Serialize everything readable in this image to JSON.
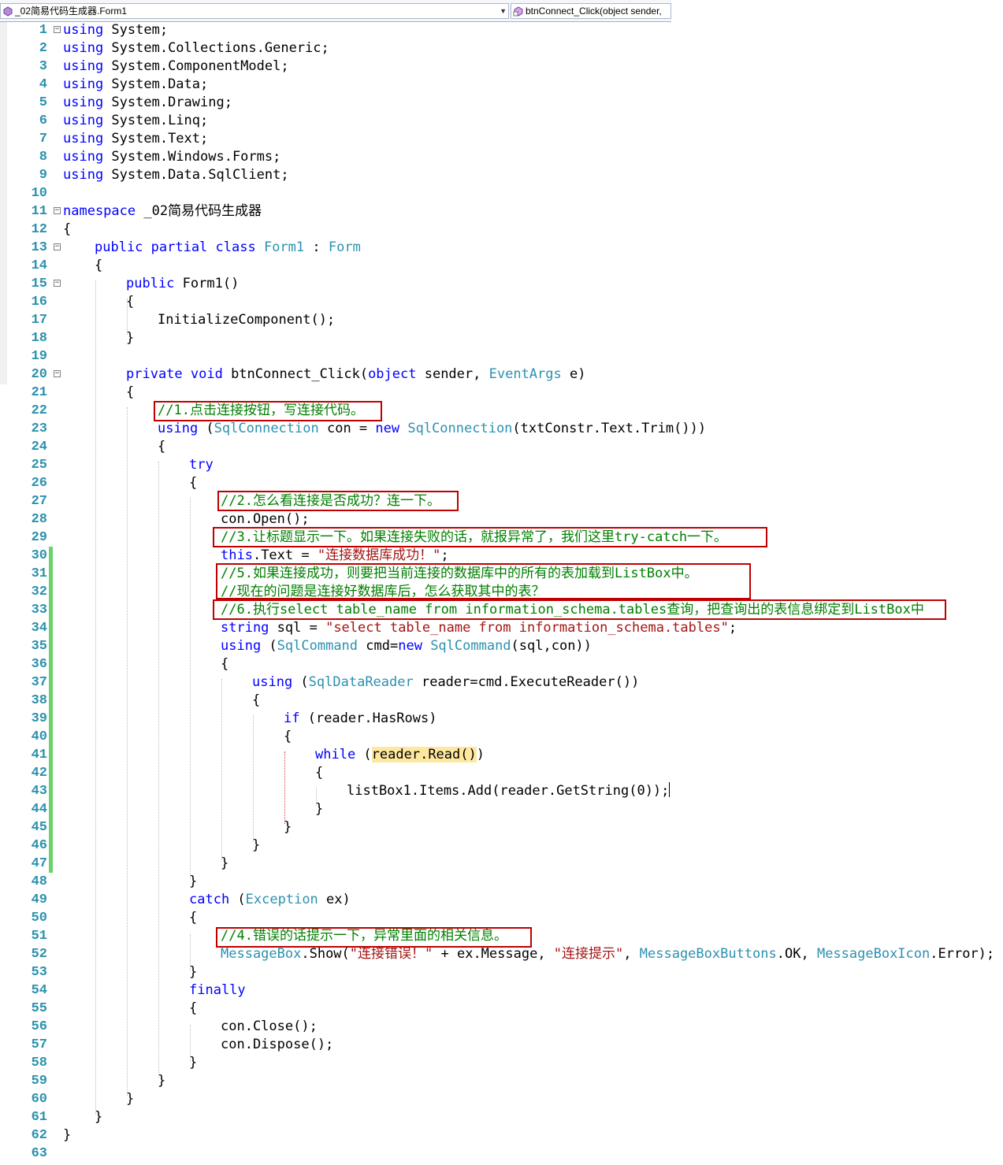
{
  "header": {
    "class_dropdown": "_02简易代码生成器.Form1",
    "member_dropdown": "btnConnect_Click(object sender,"
  },
  "colors": {
    "keyword": "#0000ff",
    "type": "#2b91af",
    "comment": "#008000",
    "string": "#a31515",
    "line_number": "#2b91af",
    "annotation_box": "#c00000",
    "change_marker": "#6ad26a"
  },
  "lines": [
    {
      "n": "1",
      "fold": "minus",
      "seg": [
        [
          "kw",
          "using"
        ],
        [
          "p",
          " System;"
        ]
      ]
    },
    {
      "n": "2",
      "seg": [
        [
          "kw",
          "using"
        ],
        [
          "p",
          " System.Collections.Generic;"
        ]
      ]
    },
    {
      "n": "3",
      "seg": [
        [
          "kw",
          "using"
        ],
        [
          "p",
          " System.ComponentModel;"
        ]
      ]
    },
    {
      "n": "4",
      "seg": [
        [
          "kw",
          "using"
        ],
        [
          "p",
          " System.Data;"
        ]
      ]
    },
    {
      "n": "5",
      "seg": [
        [
          "kw",
          "using"
        ],
        [
          "p",
          " System.Drawing;"
        ]
      ]
    },
    {
      "n": "6",
      "seg": [
        [
          "kw",
          "using"
        ],
        [
          "p",
          " System.Linq;"
        ]
      ]
    },
    {
      "n": "7",
      "seg": [
        [
          "kw",
          "using"
        ],
        [
          "p",
          " System.Text;"
        ]
      ]
    },
    {
      "n": "8",
      "seg": [
        [
          "kw",
          "using"
        ],
        [
          "p",
          " System.Windows.Forms;"
        ]
      ]
    },
    {
      "n": "9",
      "seg": [
        [
          "kw",
          "using"
        ],
        [
          "p",
          " System.Data.SqlClient;"
        ]
      ]
    },
    {
      "n": "10",
      "seg": []
    },
    {
      "n": "11",
      "fold": "minus",
      "seg": [
        [
          "kw",
          "namespace"
        ],
        [
          "p",
          " _02简易代码生成器"
        ]
      ]
    },
    {
      "n": "12",
      "seg": [
        [
          "p",
          "{"
        ]
      ]
    },
    {
      "n": "13",
      "fold": "minus",
      "ind": 1,
      "seg": [
        [
          "kw",
          "public partial class"
        ],
        [
          "p",
          " "
        ],
        [
          "ty",
          "Form1"
        ],
        [
          "p",
          " : "
        ],
        [
          "ty",
          "Form"
        ]
      ]
    },
    {
      "n": "14",
      "ind": 1,
      "seg": [
        [
          "p",
          "{"
        ]
      ]
    },
    {
      "n": "15",
      "fold": "minus",
      "ind": 2,
      "seg": [
        [
          "kw",
          "public"
        ],
        [
          "p",
          " Form1()"
        ]
      ]
    },
    {
      "n": "16",
      "ind": 2,
      "seg": [
        [
          "p",
          "{"
        ]
      ]
    },
    {
      "n": "17",
      "ind": 3,
      "seg": [
        [
          "p",
          "InitializeComponent();"
        ]
      ]
    },
    {
      "n": "18",
      "ind": 2,
      "seg": [
        [
          "p",
          "}"
        ]
      ]
    },
    {
      "n": "19",
      "seg": []
    },
    {
      "n": "20",
      "fold": "minus",
      "ind": 2,
      "seg": [
        [
          "kw",
          "private void"
        ],
        [
          "p",
          " btnConnect_Click("
        ],
        [
          "kw",
          "object"
        ],
        [
          "p",
          " sender, "
        ],
        [
          "ty",
          "EventArgs"
        ],
        [
          "p",
          " e)"
        ]
      ]
    },
    {
      "n": "21",
      "ind": 2,
      "seg": [
        [
          "p",
          "{"
        ]
      ]
    },
    {
      "n": "22",
      "ind": 3,
      "seg": [
        [
          "cm",
          "//1.点击连接按钮，写连接代码。"
        ]
      ]
    },
    {
      "n": "23",
      "ind": 3,
      "seg": [
        [
          "kw",
          "using"
        ],
        [
          "p",
          " ("
        ],
        [
          "ty",
          "SqlConnection"
        ],
        [
          "p",
          " con = "
        ],
        [
          "kw",
          "new"
        ],
        [
          "p",
          " "
        ],
        [
          "ty",
          "SqlConnection"
        ],
        [
          "p",
          "(txtConstr.Text.Trim()))"
        ]
      ]
    },
    {
      "n": "24",
      "ind": 3,
      "seg": [
        [
          "p",
          "{"
        ]
      ]
    },
    {
      "n": "25",
      "ind": 4,
      "seg": [
        [
          "kw",
          "try"
        ]
      ]
    },
    {
      "n": "26",
      "ind": 4,
      "seg": [
        [
          "p",
          "{"
        ]
      ]
    },
    {
      "n": "27",
      "ind": 5,
      "seg": [
        [
          "cm",
          "//2.怎么看连接是否成功？连一下。"
        ]
      ]
    },
    {
      "n": "28",
      "ind": 5,
      "seg": [
        [
          "p",
          "con.Open();"
        ]
      ]
    },
    {
      "n": "29",
      "ind": 5,
      "seg": [
        [
          "cm",
          "//3.让标题显示一下。如果连接失败的话，就报异常了，我们这里try-catch一下。"
        ]
      ]
    },
    {
      "n": "30",
      "chg": true,
      "ind": 5,
      "seg": [
        [
          "kw",
          "this"
        ],
        [
          "p",
          ".Text = "
        ],
        [
          "st",
          "\"连接数据库成功！\""
        ],
        [
          "p",
          ";"
        ]
      ]
    },
    {
      "n": "31",
      "chg": true,
      "ind": 5,
      "seg": [
        [
          "cm",
          "//5.如果连接成功，则要把当前连接的数据库中的所有的表加载到ListBox中。"
        ]
      ]
    },
    {
      "n": "32",
      "chg": true,
      "ind": 5,
      "seg": [
        [
          "cm",
          "//现在的问题是连接好数据库后，怎么获取其中的表？"
        ]
      ]
    },
    {
      "n": "33",
      "chg": true,
      "ind": 5,
      "seg": [
        [
          "cm",
          "//6.执行select table_name from information_schema.tables查询，把查询出的表信息绑定到ListBox中"
        ]
      ]
    },
    {
      "n": "34",
      "chg": true,
      "ind": 5,
      "seg": [
        [
          "kw",
          "string"
        ],
        [
          "p",
          " sql = "
        ],
        [
          "st",
          "\"select table_name from information_schema.tables\""
        ],
        [
          "p",
          ";"
        ]
      ]
    },
    {
      "n": "35",
      "chg": true,
      "ind": 5,
      "seg": [
        [
          "kw",
          "using"
        ],
        [
          "p",
          " ("
        ],
        [
          "ty",
          "SqlCommand"
        ],
        [
          "p",
          " cmd="
        ],
        [
          "kw",
          "new"
        ],
        [
          "p",
          " "
        ],
        [
          "ty",
          "SqlCommand"
        ],
        [
          "p",
          "(sql,con))"
        ]
      ]
    },
    {
      "n": "36",
      "chg": true,
      "ind": 5,
      "seg": [
        [
          "p",
          "{"
        ]
      ]
    },
    {
      "n": "37",
      "chg": true,
      "ind": 6,
      "seg": [
        [
          "kw",
          "using"
        ],
        [
          "p",
          " ("
        ],
        [
          "ty",
          "SqlDataReader"
        ],
        [
          "p",
          " reader=cmd.ExecuteReader())"
        ]
      ]
    },
    {
      "n": "38",
      "chg": true,
      "ind": 6,
      "seg": [
        [
          "p",
          "{"
        ]
      ]
    },
    {
      "n": "39",
      "chg": true,
      "ind": 7,
      "seg": [
        [
          "kw",
          "if"
        ],
        [
          "p",
          " (reader.HasRows)"
        ]
      ]
    },
    {
      "n": "40",
      "chg": true,
      "ind": 7,
      "seg": [
        [
          "p",
          "{"
        ]
      ]
    },
    {
      "n": "41",
      "chg": true,
      "ind": 8,
      "seg": [
        [
          "kw",
          "while"
        ],
        [
          "p",
          " ("
        ],
        [
          "hl",
          "reader.Read()"
        ],
        [
          "p",
          ")"
        ]
      ]
    },
    {
      "n": "42",
      "chg": true,
      "ind": 8,
      "seg": [
        [
          "p",
          "{"
        ]
      ]
    },
    {
      "n": "43",
      "chg": true,
      "ind": 9,
      "caret": true,
      "seg": [
        [
          "p",
          "listBox1.Items.Add(reader.GetString(0));"
        ]
      ]
    },
    {
      "n": "44",
      "chg": true,
      "ind": 8,
      "seg": [
        [
          "p",
          "}"
        ]
      ]
    },
    {
      "n": "45",
      "chg": true,
      "ind": 7,
      "seg": [
        [
          "p",
          "}"
        ]
      ]
    },
    {
      "n": "46",
      "chg": true,
      "ind": 6,
      "seg": [
        [
          "p",
          "}"
        ]
      ]
    },
    {
      "n": "47",
      "chg": true,
      "ind": 5,
      "seg": [
        [
          "p",
          "}"
        ]
      ]
    },
    {
      "n": "48",
      "ind": 4,
      "seg": [
        [
          "p",
          "}"
        ]
      ]
    },
    {
      "n": "49",
      "ind": 4,
      "seg": [
        [
          "kw",
          "catch"
        ],
        [
          "p",
          " ("
        ],
        [
          "ty",
          "Exception"
        ],
        [
          "p",
          " ex)"
        ]
      ]
    },
    {
      "n": "50",
      "ind": 4,
      "seg": [
        [
          "p",
          "{"
        ]
      ]
    },
    {
      "n": "51",
      "ind": 5,
      "seg": [
        [
          "cm",
          "//4.错误的话提示一下，异常里面的相关信息。"
        ]
      ]
    },
    {
      "n": "52",
      "ind": 5,
      "seg": [
        [
          "ty",
          "MessageBox"
        ],
        [
          "p",
          ".Show("
        ],
        [
          "st",
          "\"连接错误！\""
        ],
        [
          "p",
          " + ex.Message, "
        ],
        [
          "st",
          "\"连接提示\""
        ],
        [
          "p",
          ", "
        ],
        [
          "ty",
          "MessageBoxButtons"
        ],
        [
          "p",
          ".OK, "
        ],
        [
          "ty",
          "MessageBoxIcon"
        ],
        [
          "p",
          ".Error);"
        ]
      ]
    },
    {
      "n": "53",
      "ind": 4,
      "seg": [
        [
          "p",
          "}"
        ]
      ]
    },
    {
      "n": "54",
      "ind": 4,
      "seg": [
        [
          "kw",
          "finally"
        ]
      ]
    },
    {
      "n": "55",
      "ind": 4,
      "seg": [
        [
          "p",
          "{"
        ]
      ]
    },
    {
      "n": "56",
      "ind": 5,
      "seg": [
        [
          "p",
          "con.Close();"
        ]
      ]
    },
    {
      "n": "57",
      "ind": 5,
      "seg": [
        [
          "p",
          "con.Dispose();"
        ]
      ]
    },
    {
      "n": "58",
      "ind": 4,
      "seg": [
        [
          "p",
          "}"
        ]
      ]
    },
    {
      "n": "59",
      "ind": 3,
      "seg": [
        [
          "p",
          "}"
        ]
      ]
    },
    {
      "n": "60",
      "ind": 2,
      "seg": [
        [
          "p",
          "}"
        ]
      ]
    },
    {
      "n": "61",
      "ind": 1,
      "seg": [
        [
          "p",
          "}"
        ]
      ]
    },
    {
      "n": "62",
      "seg": [
        [
          "p",
          "}"
        ]
      ]
    },
    {
      "n": "63",
      "seg": []
    }
  ]
}
